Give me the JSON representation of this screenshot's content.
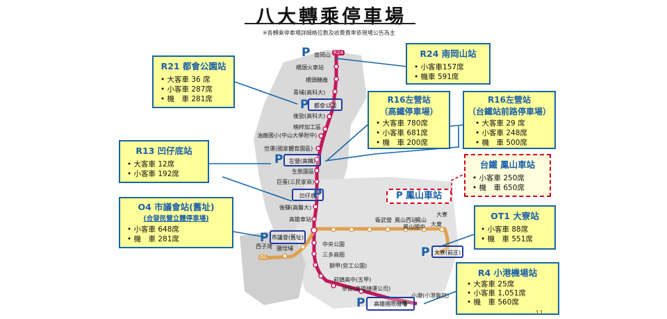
{
  "title": "八大轉乘停車場",
  "note": "※各轉乘停車場詳細格位數及收費費率依現場公告為主",
  "page_number": "11",
  "colors": {
    "red_line": "#c2185b",
    "orange_line": "#e0a050",
    "box_border": "#1565a8",
    "box_fill": "#ffff99",
    "dashed_border": "#d4001e"
  },
  "boxes": {
    "r21": {
      "title": "R21 都會公園站",
      "items": [
        "• 大客車 36 席",
        "• 小客車 287席",
        "• 機　車 281席"
      ]
    },
    "r24": {
      "title": "R24 南岡山站",
      "items": [
        "• 小客車157席",
        "• 機車 591席"
      ]
    },
    "r16a": {
      "title": "R16左營站",
      "subtitle": "（高鐵停車場）",
      "items": [
        "• 大客車 780席",
        "• 小客車 681席",
        "• 機　車 200席"
      ]
    },
    "r16b": {
      "title": "R16左營站",
      "subtitle": "（台鐵站前路停車場）",
      "items": [
        "• 大客車 29 席",
        "• 小客車 248席",
        "• 機　車 500席"
      ]
    },
    "r13": {
      "title": "R13 凹仔底站",
      "items": [
        "• 大客車 12席",
        "• 小客車 192席"
      ]
    },
    "fengshan": {
      "title": "台鐵 鳳山車站",
      "items": [
        "• 小客車 250席",
        "• 機　車 650席"
      ]
    },
    "o4": {
      "title": "O4 市議會站(舊址)",
      "subtitle": "(合發民營立體停車場)",
      "items": [
        "• 小客車 648席",
        "• 機　車 281席"
      ]
    },
    "ot1": {
      "title": "OT1 大寮站",
      "items": [
        "• 小客車 88席",
        "• 機　車 551席"
      ]
    },
    "r4": {
      "title": "R4 小港機場站",
      "items": [
        "• 大客車 25席",
        "• 小客車 1,051席",
        "• 機　車 560席"
      ]
    }
  },
  "fengshan_label": "P 鳳山車站",
  "p_letter": "P",
  "red_stations": [
    "南岡山",
    "橋頭火車站",
    "橋頭糖廠",
    "青埔(高科大)",
    "後勁(高科大)",
    "楠梓加工區",
    "油廠國小(中山大學附中)",
    "世運(國家體育園區)",
    "生態園區",
    "巨蛋(三民家商)",
    "後驛(高醫大)",
    "高雄車站",
    "中央公園",
    "三多商圈",
    "獅甲(勞工公園)",
    "前鎮高中(五甲)",
    "草衙(高雄捷運公司)",
    "小港(小港醫院)"
  ],
  "boxed_stations": {
    "r21": "都會公園",
    "r16": "左營(高鐵)",
    "r13": "凹仔底",
    "o4": "市議會(舊址)",
    "ot1": "大寮(前庄)",
    "r4": "高雄國際機場"
  },
  "orange_stations": [
    "西子灣",
    "鹽埕埔",
    "衛武營",
    "鳳山西站",
    "鳳山",
    "大東",
    "鳳山國中",
    "大寮"
  ],
  "station_codes": {
    "r24": "R24",
    "o1": "O1"
  }
}
